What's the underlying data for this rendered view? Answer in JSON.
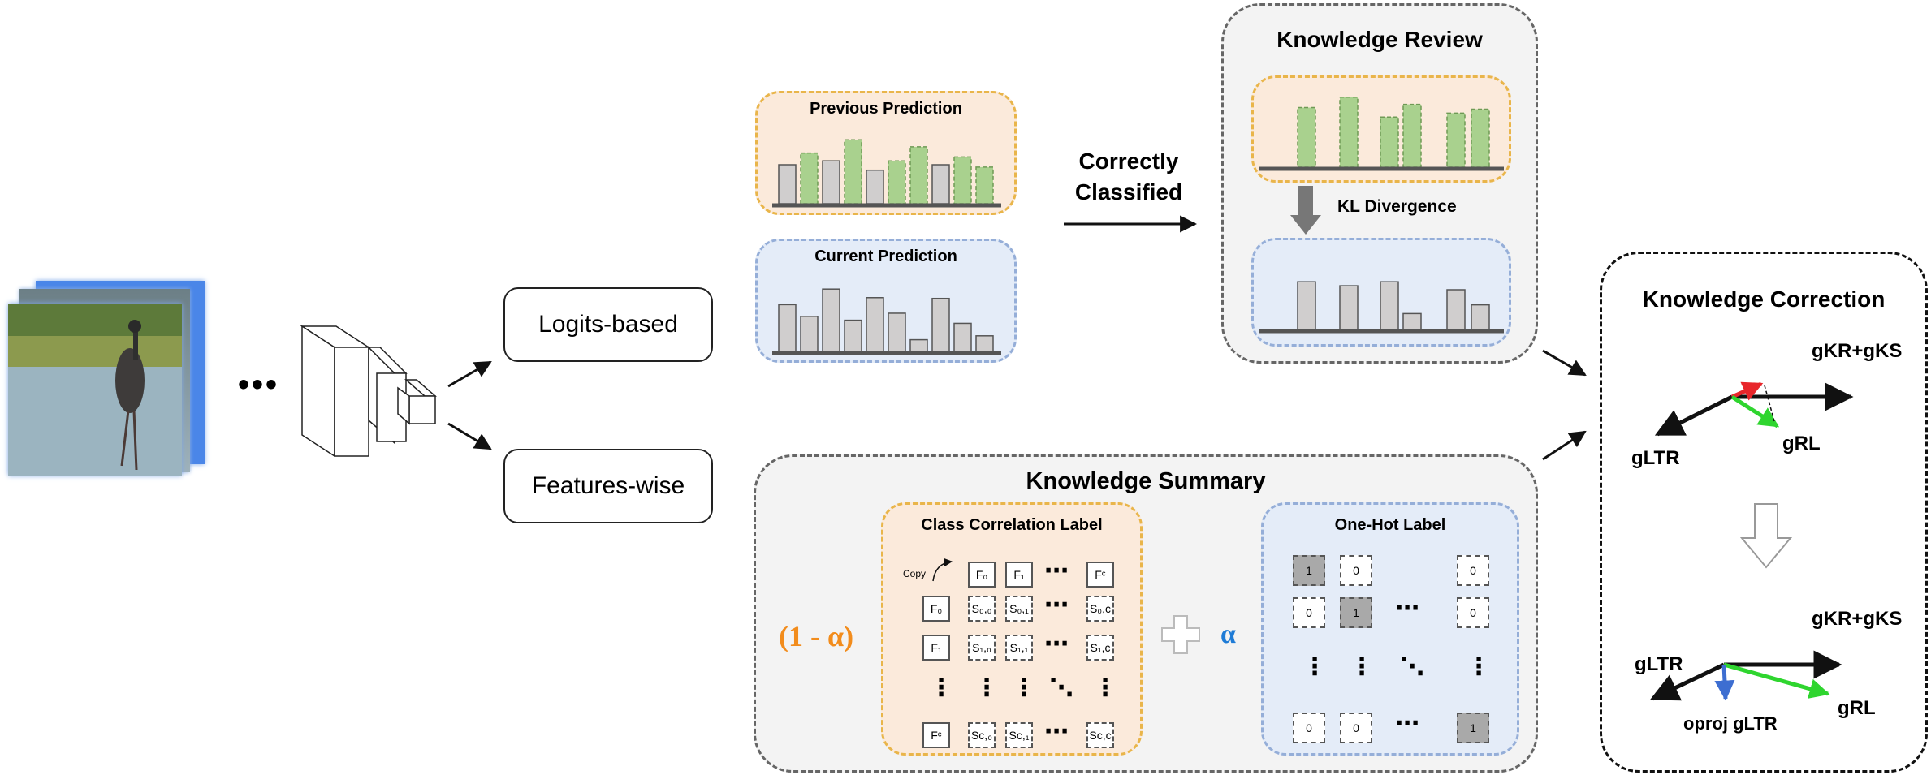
{
  "colors": {
    "green_bar": "#a9d18e",
    "gray_bar": "#d0cece",
    "orange_panel": "#fbeadb",
    "blue_panel": "#e4ecf8",
    "alpha_orange": "#f28c1c",
    "alpha_blue": "#1e7bd6",
    "vec_red": "#e8262b",
    "vec_green": "#2fd52f",
    "vec_blue": "#3d6ed1"
  },
  "network": {
    "ellipsis": "•••"
  },
  "branches": {
    "logits": "Logits-based",
    "features": "Features-wise"
  },
  "prev_prediction": {
    "title": "Previous Prediction",
    "bars": [
      {
        "v": 0.5,
        "g": false
      },
      {
        "v": 0.65,
        "g": true
      },
      {
        "v": 0.55,
        "g": false
      },
      {
        "v": 0.82,
        "g": true
      },
      {
        "v": 0.43,
        "g": false
      },
      {
        "v": 0.55,
        "g": true
      },
      {
        "v": 0.73,
        "g": true
      },
      {
        "v": 0.5,
        "g": false
      },
      {
        "v": 0.6,
        "g": true
      },
      {
        "v": 0.47,
        "g": true
      }
    ]
  },
  "curr_prediction": {
    "title": "Current Prediction",
    "bars": [
      0.6,
      0.45,
      0.8,
      0.4,
      0.69,
      0.49,
      0.15,
      0.68,
      0.36,
      0.2
    ]
  },
  "arrow_label": {
    "line1": "Correctly",
    "line2": "Classified"
  },
  "knowledge_review": {
    "title": "Knowledge Review",
    "kl": "KL Divergence",
    "top_bars": [
      0.75,
      0.88,
      0.63,
      0.79,
      0.68,
      0.73
    ],
    "bottom_bars": [
      0.6,
      0.55,
      0.6,
      0.2,
      0.5,
      0.31
    ]
  },
  "knowledge_summary": {
    "title": "Knowledge Summary",
    "coef_left": "(1 - α)",
    "coef_right": "α",
    "ccl": {
      "title": "Class Correlation Label",
      "copy": "Copy",
      "header": [
        "F₀",
        "F₁",
        "Fᶜ"
      ],
      "side": [
        "F₀",
        "F₁",
        "Fᶜ"
      ],
      "rows": [
        [
          "S₀,₀",
          "S₀,₁",
          "S₀,c"
        ],
        [
          "S₁,₀",
          "S₁,₁",
          "S₁,c"
        ],
        [
          "Sc,₀",
          "Sc,₁",
          "Sc,c"
        ]
      ]
    },
    "onehot": {
      "title": "One-Hot Label",
      "rows": [
        [
          "1",
          "0",
          "0"
        ],
        [
          "0",
          "1",
          "0"
        ],
        [
          "0",
          "0",
          "1"
        ]
      ]
    },
    "dots": {
      "h": "⋯",
      "v": "⋮",
      "d": "⋱"
    }
  },
  "knowledge_correction": {
    "title": "Knowledge Correction",
    "top": {
      "sum": "gKR+gKS",
      "ltr": "gLTR",
      "rl": "gRL"
    },
    "bottom": {
      "sum": "gKR+gKS",
      "ltr": "gLTR",
      "rl": "gRL",
      "oproj": "oproj gLTR"
    }
  }
}
